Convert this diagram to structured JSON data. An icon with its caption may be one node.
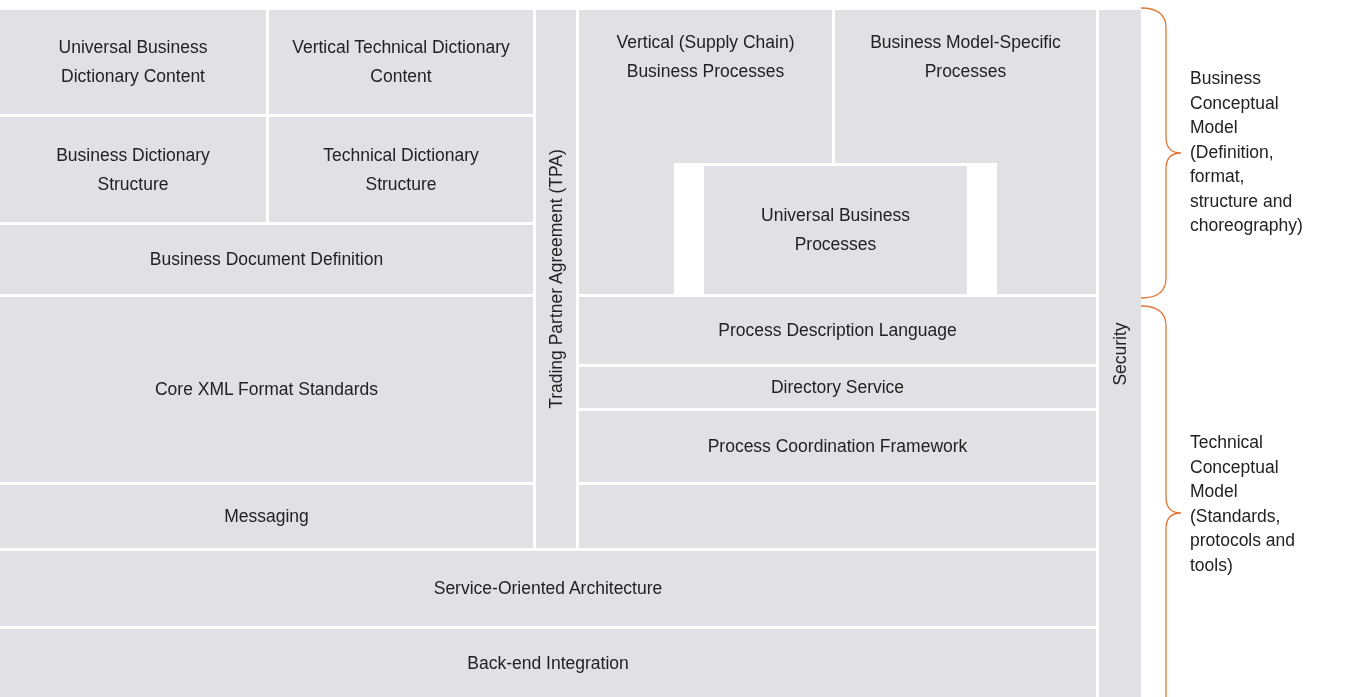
{
  "diagram": {
    "nodes": [
      {
        "text": [
          "Universal Business Dictionary Content"
        ]
      },
      {
        "text": [
          "Vertical Technical Dictionary Content"
        ]
      },
      {
        "text": [
          "Trading Partner Agreement (TPA)"
        ]
      },
      {
        "text": [
          "Vertical (Supply Chain) Business Processes"
        ]
      },
      {
        "text": [
          "Business Model-Specific Processes"
        ]
      },
      {
        "text": [
          "Security"
        ]
      },
      {
        "text": [
          "Business Dictionary Structure"
        ]
      },
      {
        "text": [
          "Technical Dictionary Structure"
        ]
      },
      {
        "text": [
          "Universal Business Processes"
        ]
      },
      {
        "text": [
          "Business Document Definition"
        ]
      },
      {
        "text": [
          "Process Description Language"
        ]
      },
      {
        "text": [
          "Core XML Format Standards"
        ]
      },
      {
        "text": [
          "Directory Service"
        ]
      },
      {
        "text": [
          "Process Coordination Framework"
        ]
      },
      {
        "text": [
          "Messaging"
        ]
      },
      {
        "text": [],
        "shape": "box"
      },
      {
        "text": [
          "Service-Oriented Architecture"
        ]
      },
      {
        "text": [
          "Back-end Integration"
        ]
      }
    ],
    "labels": [
      "Business Conceptual Model (Definition, format, structure and choreography)",
      "Technical Conceptual Model (Standards, protocols and tools)"
    ]
  }
}
